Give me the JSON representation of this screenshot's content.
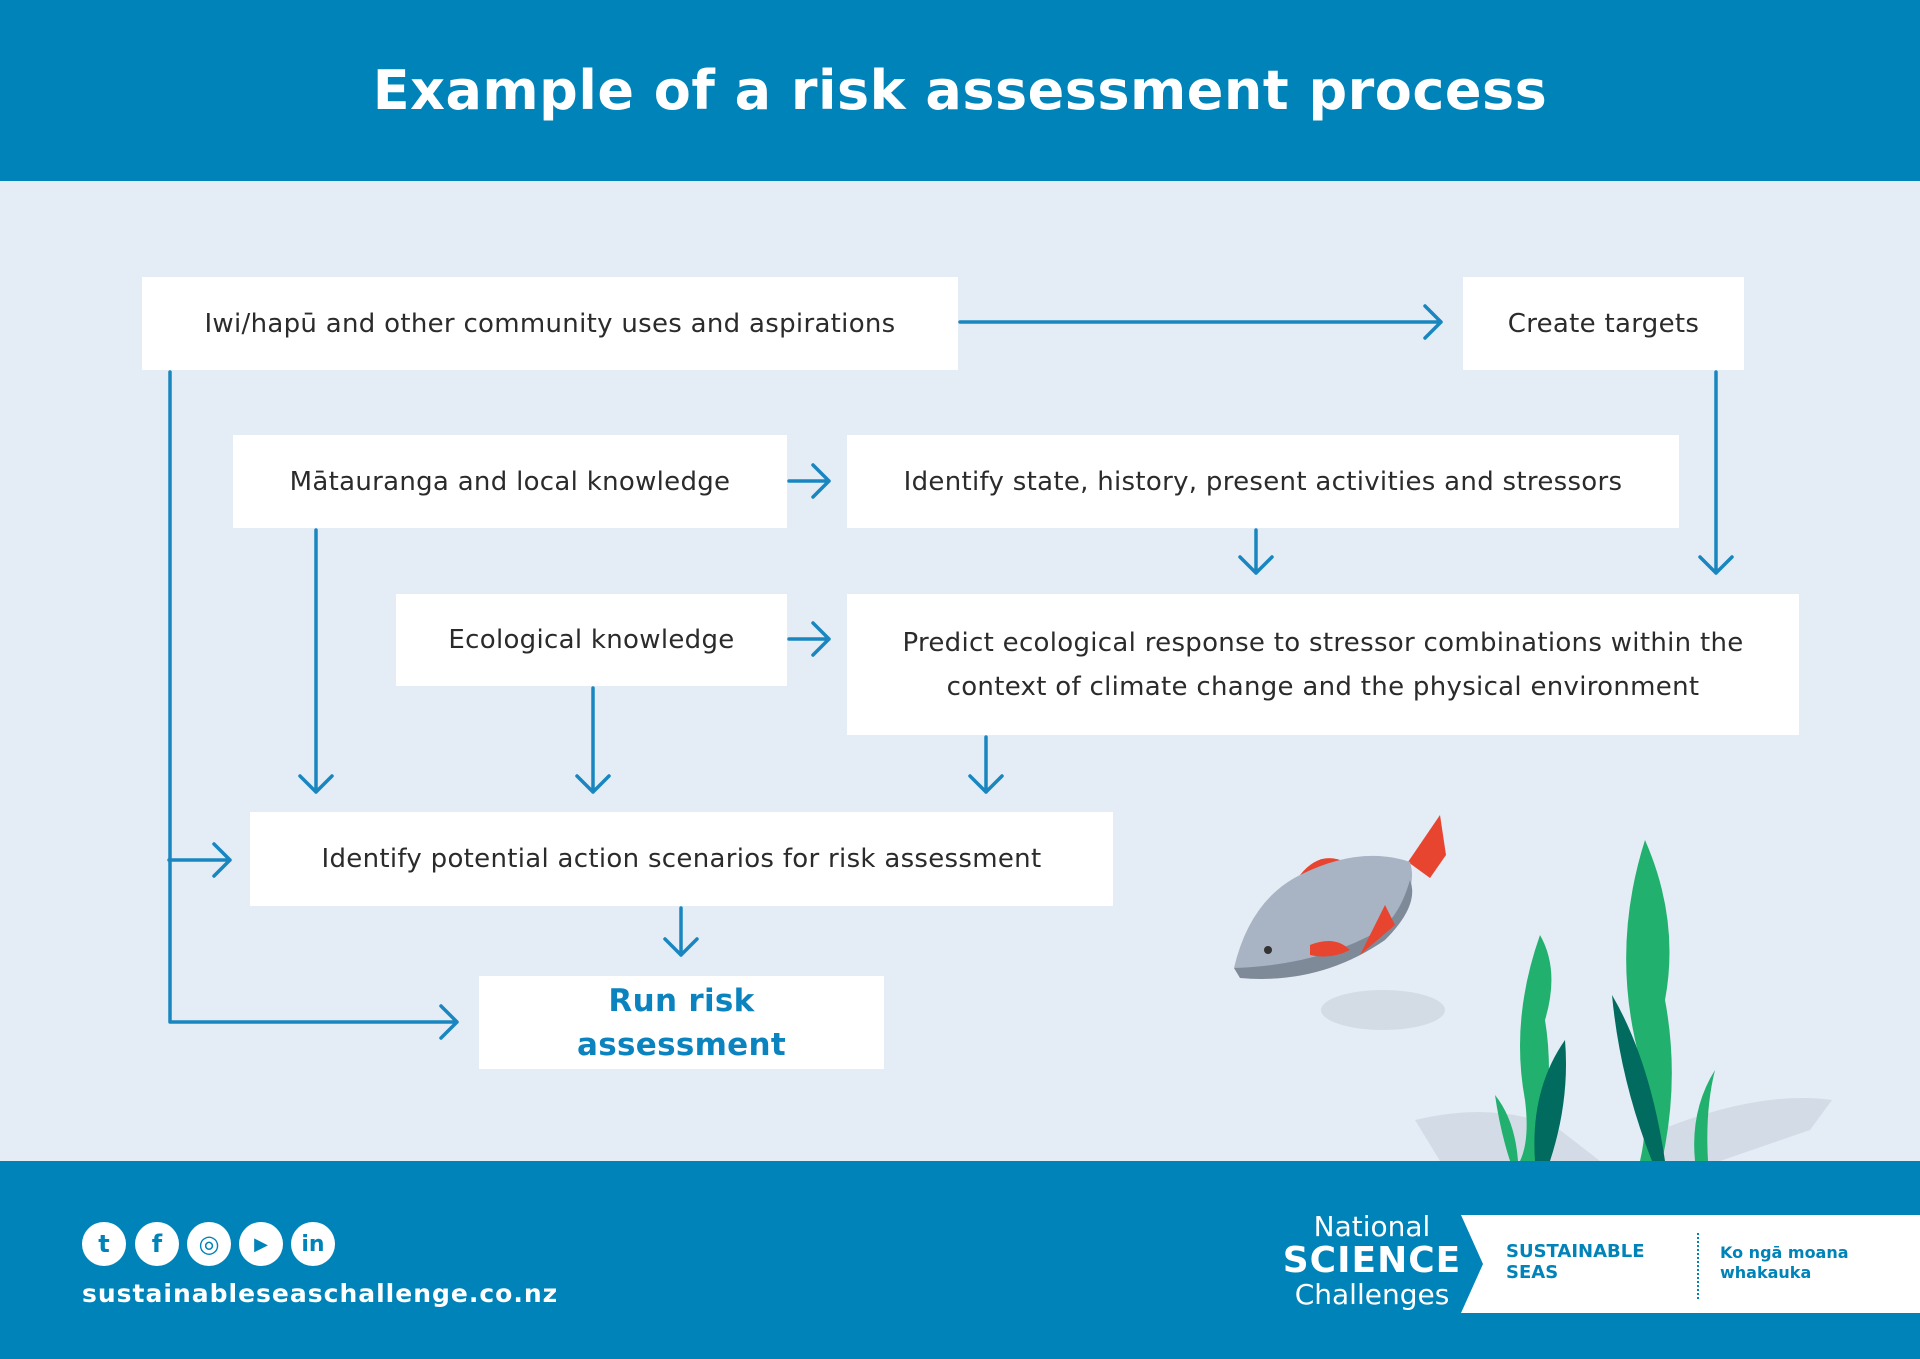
{
  "header": {
    "title": "Example of a risk assessment process"
  },
  "flow": {
    "community": "Iwi/hapū and other community uses and aspirations",
    "targets": "Create targets",
    "matauranga": "Mātauranga and local knowledge",
    "identify_state": "Identify state, history, present activities and stressors",
    "ecological": "Ecological knowledge",
    "predict": "Predict ecological response to stressor combinations within the context of climate change and the physical environment",
    "scenarios": "Identify potential action scenarios for risk assessment",
    "run": "Run risk assessment"
  },
  "colors": {
    "brand": "#0083b8",
    "arrow": "#1a86c0",
    "background": "#e4ecf5"
  },
  "footer": {
    "social": [
      {
        "icon": "twitter-icon",
        "glyph": "t"
      },
      {
        "icon": "facebook-icon",
        "glyph": "f"
      },
      {
        "icon": "instagram-icon",
        "glyph": "◎"
      },
      {
        "icon": "youtube-icon",
        "glyph": "▶"
      },
      {
        "icon": "linkedin-icon",
        "glyph": "in"
      }
    ],
    "url": "sustainableseaschallenge.co.nz",
    "logo": {
      "line1": "National",
      "line2": "SCIENCE",
      "line3": "Challenges",
      "ss1": "SUSTAINABLE",
      "ss2": "SEAS",
      "ko1": "Ko ngā moana",
      "ko2": "whakauka"
    }
  }
}
